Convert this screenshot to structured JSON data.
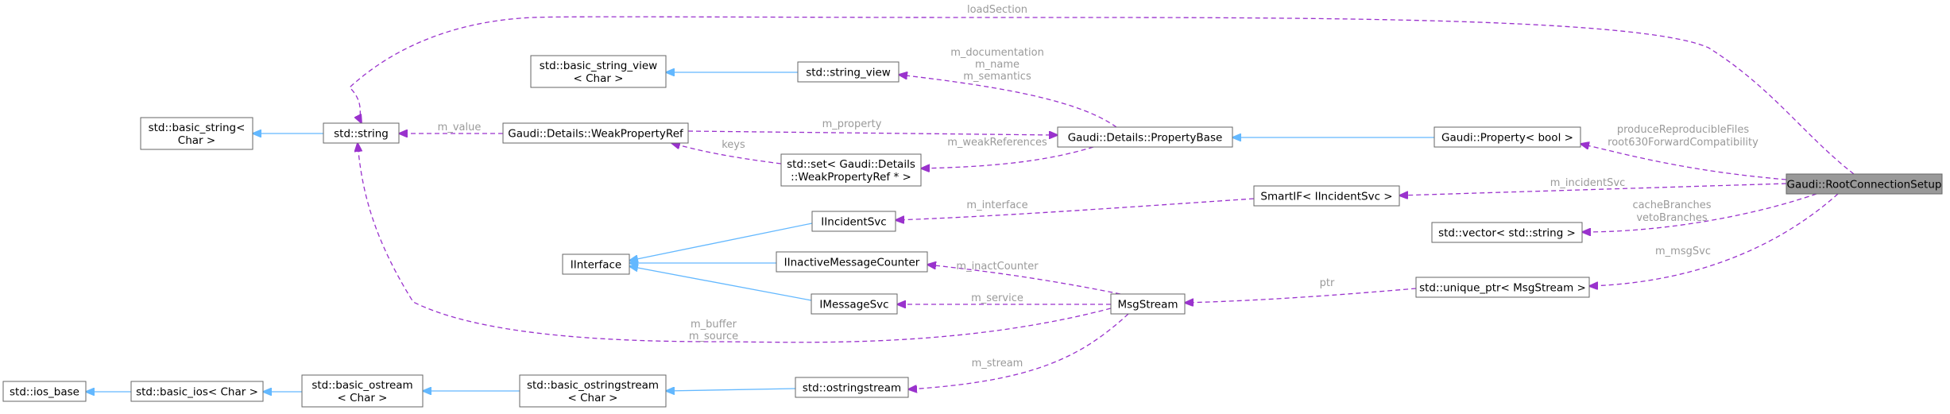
{
  "diagram": {
    "nodes": [
      {
        "id": "rcs",
        "lines": [
          "Gaudi::RootConnectionSetup"
        ],
        "highlight": true
      },
      {
        "id": "string",
        "lines": [
          "std::string"
        ]
      },
      {
        "id": "basic_string",
        "lines": [
          "std::basic_string<",
          "Char >"
        ]
      },
      {
        "id": "basic_string_view",
        "lines": [
          "std::basic_string_view",
          "< Char >"
        ]
      },
      {
        "id": "string_view",
        "lines": [
          "std::string_view"
        ]
      },
      {
        "id": "weakref",
        "lines": [
          "Gaudi::Details::WeakPropertyRef"
        ]
      },
      {
        "id": "set",
        "lines": [
          "std::set< Gaudi::Details",
          "::WeakPropertyRef * >"
        ]
      },
      {
        "id": "propbase",
        "lines": [
          "Gaudi::Details::PropertyBase"
        ]
      },
      {
        "id": "prop_bool",
        "lines": [
          "Gaudi::Property< bool >"
        ]
      },
      {
        "id": "smartif",
        "lines": [
          "SmartIF< IIncidentSvc >"
        ]
      },
      {
        "id": "vector",
        "lines": [
          "std::vector< std::string >"
        ]
      },
      {
        "id": "iincident",
        "lines": [
          "IIncidentSvc"
        ]
      },
      {
        "id": "iinterface",
        "lines": [
          "IInterface"
        ]
      },
      {
        "id": "iinactive",
        "lines": [
          "IInactiveMessageCounter"
        ]
      },
      {
        "id": "imsgsvc",
        "lines": [
          "IMessageSvc"
        ]
      },
      {
        "id": "msgstream",
        "lines": [
          "MsgStream"
        ]
      },
      {
        "id": "unique_ptr",
        "lines": [
          "std::unique_ptr< MsgStream >"
        ]
      },
      {
        "id": "ios_base",
        "lines": [
          "std::ios_base"
        ]
      },
      {
        "id": "basic_ios",
        "lines": [
          "std::basic_ios< Char >"
        ]
      },
      {
        "id": "basic_ostream",
        "lines": [
          "std::basic_ostream",
          "< Char >"
        ]
      },
      {
        "id": "basic_ostringstream",
        "lines": [
          "std::basic_ostringstream",
          "< Char >"
        ]
      },
      {
        "id": "ostringstream",
        "lines": [
          "std::ostringstream"
        ]
      }
    ],
    "edges": [
      {
        "id": "e-string-basic",
        "kind": "inheritance",
        "labels": []
      },
      {
        "id": "e-sv-bsv",
        "kind": "inheritance",
        "labels": []
      },
      {
        "id": "e-prop-base",
        "kind": "inheritance",
        "labels": []
      },
      {
        "id": "e-inc-if",
        "kind": "inheritance",
        "labels": []
      },
      {
        "id": "e-inact-if",
        "kind": "inheritance",
        "labels": []
      },
      {
        "id": "e-msg-if",
        "kind": "inheritance",
        "labels": []
      },
      {
        "id": "e-ios-base",
        "kind": "inheritance",
        "labels": []
      },
      {
        "id": "e-ostream-ios",
        "kind": "inheritance",
        "labels": []
      },
      {
        "id": "e-oss-ostream",
        "kind": "inheritance",
        "labels": []
      },
      {
        "id": "e-os-oss",
        "kind": "inheritance",
        "labels": []
      },
      {
        "id": "e-load",
        "kind": "usage",
        "labels": [
          "loadSection"
        ]
      },
      {
        "id": "e-value",
        "kind": "usage",
        "labels": [
          "m_value"
        ]
      },
      {
        "id": "e-sv",
        "kind": "usage",
        "labels": [
          "m_documentation",
          "m_name",
          "m_semantics"
        ]
      },
      {
        "id": "e-property",
        "kind": "usage",
        "labels": [
          "m_property"
        ]
      },
      {
        "id": "e-keys",
        "kind": "usage",
        "labels": [
          "keys"
        ]
      },
      {
        "id": "e-weak",
        "kind": "usage",
        "labels": [
          "m_weakReferences"
        ]
      },
      {
        "id": "e-pbool",
        "kind": "usage",
        "labels": [
          "produceReproducibleFiles",
          "root630ForwardCompatibility"
        ]
      },
      {
        "id": "e-isvc",
        "kind": "usage",
        "labels": [
          "m_incidentSvc"
        ]
      },
      {
        "id": "e-iface",
        "kind": "usage",
        "labels": [
          "m_interface"
        ]
      },
      {
        "id": "e-vec",
        "kind": "usage",
        "labels": [
          "cacheBranches",
          "vetoBranches"
        ]
      },
      {
        "id": "e-msgsvc",
        "kind": "usage",
        "labels": [
          "m_msgSvc"
        ]
      },
      {
        "id": "e-ptr",
        "kind": "usage",
        "labels": [
          "ptr"
        ]
      },
      {
        "id": "e-inact",
        "kind": "usage",
        "labels": [
          "m_inactCounter"
        ]
      },
      {
        "id": "e-service",
        "kind": "usage",
        "labels": [
          "m_service"
        ]
      },
      {
        "id": "e-buffer",
        "kind": "usage",
        "labels": [
          "m_buffer",
          "m_source"
        ]
      },
      {
        "id": "e-stream",
        "kind": "usage",
        "labels": [
          "m_stream"
        ]
      }
    ]
  },
  "colors": {
    "inheritance": "#63b8ff",
    "usage": "#9a32cd",
    "label": "#9a9a9a",
    "highlight_fill": "#999999",
    "node_border": "#666666"
  }
}
